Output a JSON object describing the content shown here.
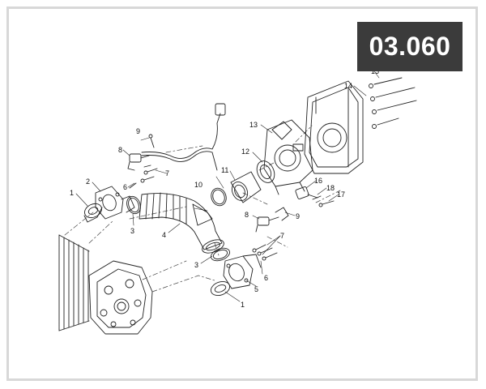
{
  "badge": {
    "code": "03.060"
  },
  "part_labels": [
    {
      "id": "1a",
      "text": "1"
    },
    {
      "id": "2",
      "text": "2"
    },
    {
      "id": "3a",
      "text": "3"
    },
    {
      "id": "4",
      "text": "4"
    },
    {
      "id": "5",
      "text": "5"
    },
    {
      "id": "6a",
      "text": "6"
    },
    {
      "id": "7a",
      "text": "7"
    },
    {
      "id": "8a",
      "text": "8"
    },
    {
      "id": "9a",
      "text": "9"
    },
    {
      "id": "10",
      "text": "10"
    },
    {
      "id": "11",
      "text": "11"
    },
    {
      "id": "12",
      "text": "12"
    },
    {
      "id": "13",
      "text": "13"
    },
    {
      "id": "14",
      "text": "14"
    },
    {
      "id": "15",
      "text": "15"
    },
    {
      "id": "16",
      "text": "16"
    },
    {
      "id": "17",
      "text": "17"
    },
    {
      "id": "18",
      "text": "18"
    },
    {
      "id": "8b",
      "text": "8"
    },
    {
      "id": "9b",
      "text": "9"
    },
    {
      "id": "7b",
      "text": "7"
    },
    {
      "id": "6b",
      "text": "6"
    },
    {
      "id": "3b",
      "text": "3"
    },
    {
      "id": "1b",
      "text": "1"
    }
  ]
}
